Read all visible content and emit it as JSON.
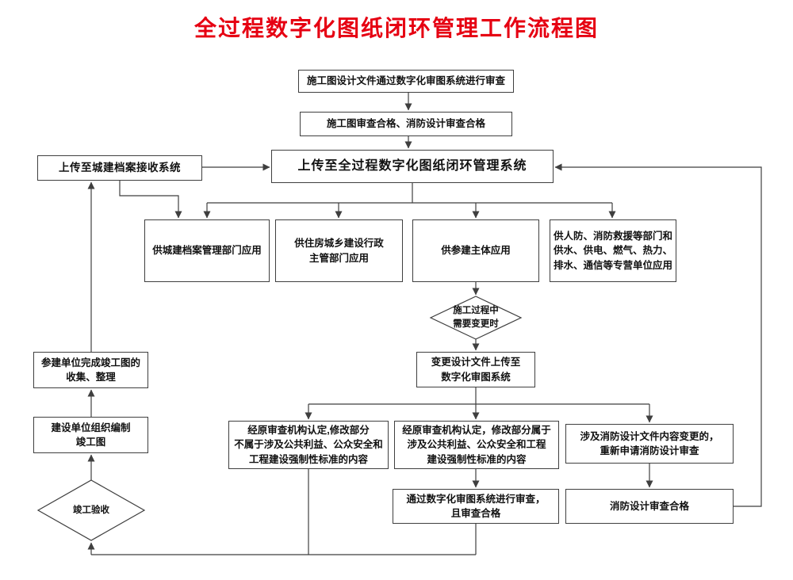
{
  "title": "全过程数字化图纸闭环管理工作流程图",
  "colors": {
    "title": "#e60012",
    "line": "#3f3f3f",
    "border": "#3f3f3f",
    "text": "#111111",
    "background": "#ffffff"
  },
  "nodes": {
    "review": "施工图设计文件通过数字化审图系统进行审查",
    "pass": "施工图审查合格、消防设计审查合格",
    "upload_archive": "上传至城建档案接收系统",
    "upload_loop": "上传至全过程数字化图纸闭环管理系统",
    "app_archive": "供城建档案管理部门应用",
    "app_housing": "供住房城乡建设行政\n主管部门应用",
    "app_participants": "供参建主体应用",
    "app_utilities": "供人防、消防救援等部门和\n供水、供电、燃气、热力、\n排水、通信等专营单位应用",
    "need_change": "施工过程中\n需要变更时",
    "change_upload": "变更设计文件上传至\n数字化审图系统",
    "not_mandatory": "经原审查机构认定,修改部分\n不属于涉及公共利益、公众安全和\n工程建设强制性标准的内容",
    "mandatory": "经原审查机构认定，修改部分属于\n涉及公共利益、公众安全和工程\n建设强制性标准的内容",
    "fire_change": "涉及消防设计文件内容变更的，\n重新申请消防设计审查",
    "digital_pass": "通过数字化审图系统进行审查，\n且审查合格",
    "fire_pass": "消防设计审查合格",
    "collect": "参建单位完成竣工图的\n收集、整理",
    "compile": "建设单位组织编制\n竣工图",
    "acceptance": "竣工验收"
  }
}
